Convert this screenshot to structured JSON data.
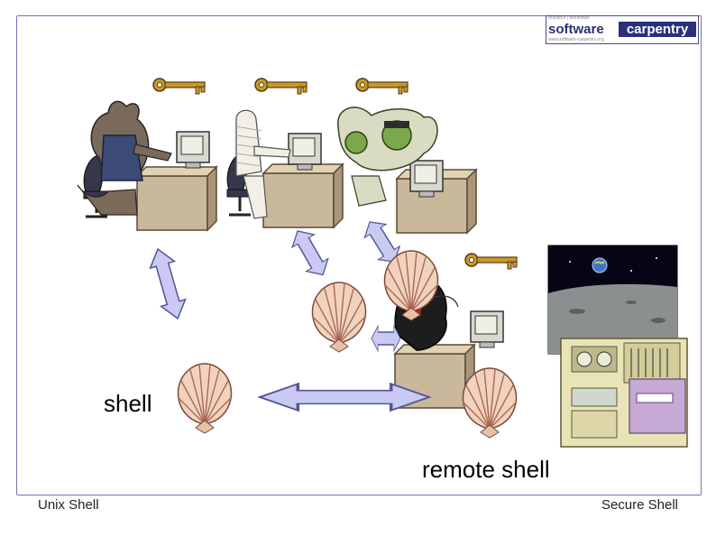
{
  "logo": {
    "tagline_top": "research | workflows",
    "word1": "software",
    "word2": "carpentry",
    "tagline_bottom": "www.software-carpentry.org"
  },
  "diagram": {
    "shell_label": "shell",
    "remote_shell_label": "remote shell"
  },
  "footer": {
    "left": "Unix Shell",
    "right": "Secure Shell"
  },
  "icons": [
    "key-icon",
    "wolf-user",
    "mummy-user",
    "frankenstein-user",
    "vampire-user",
    "shell-icon",
    "remote-computer",
    "double-arrow"
  ]
}
